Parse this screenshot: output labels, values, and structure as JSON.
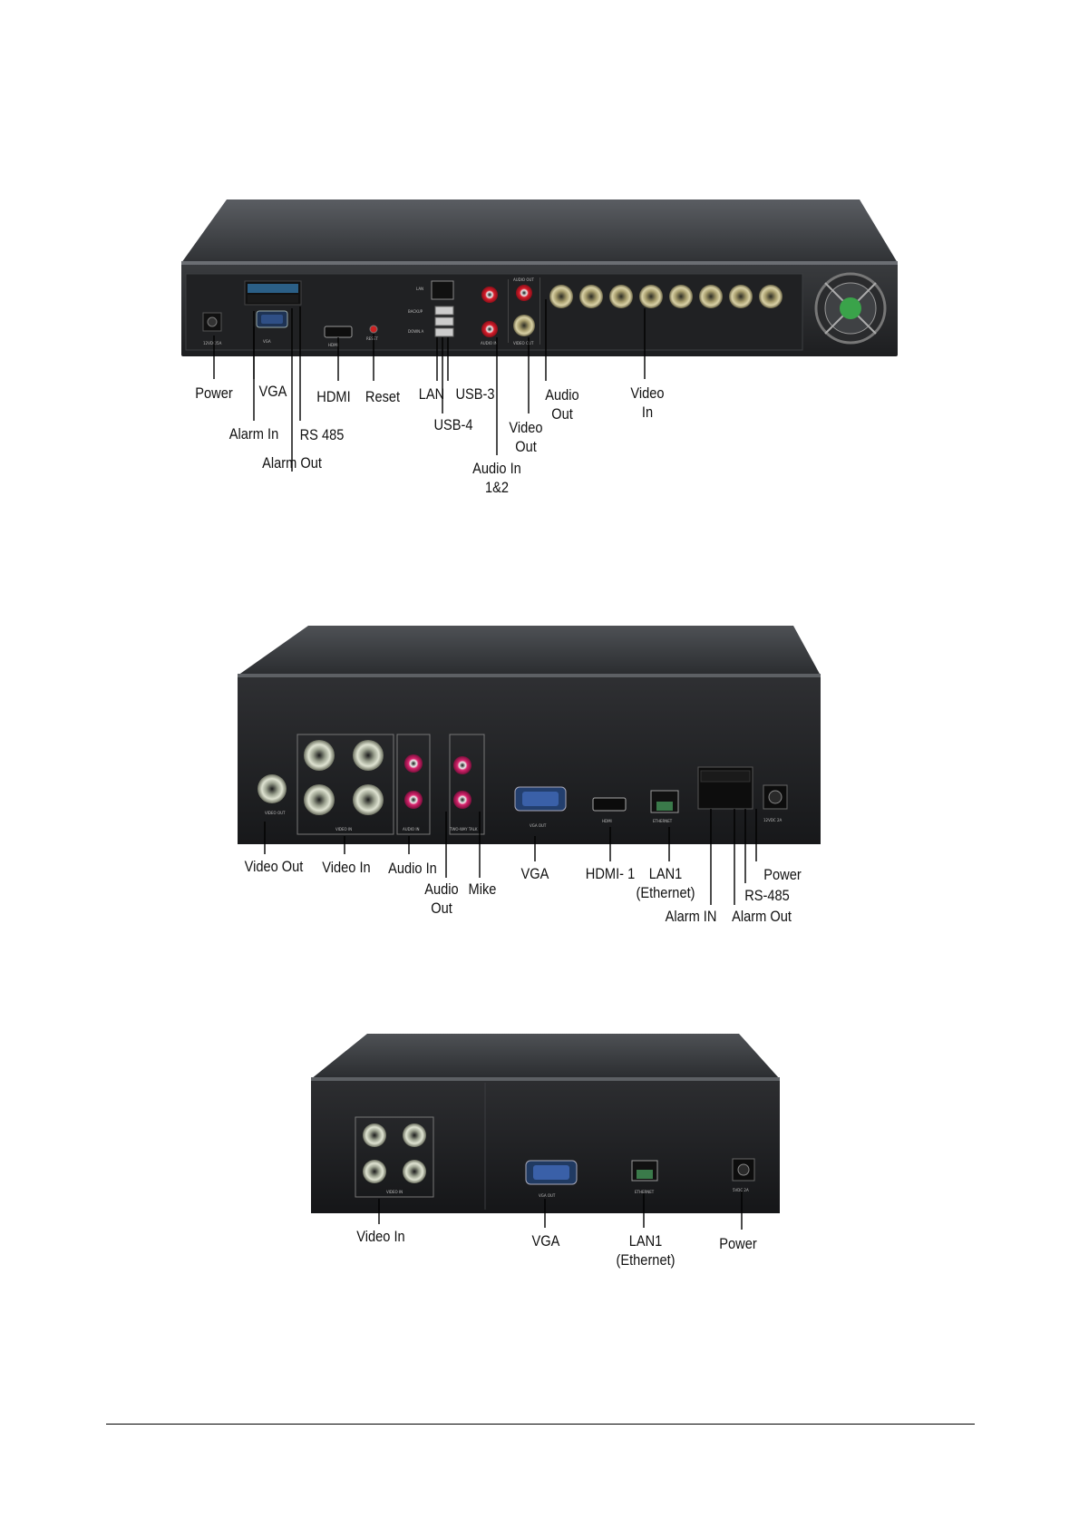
{
  "figure1": {
    "panel_labels": [
      "12VDC/5A",
      "VGA",
      "HDMI",
      "RESET",
      "LAN",
      "BACKUP",
      "DOWN.A",
      "AUDIO OUT",
      "AUDIO IN",
      "VIDEO OUT"
    ],
    "callouts": {
      "power": "Power",
      "vga": "VGA",
      "hdmi": "HDMI",
      "reset": "Reset",
      "lan": "LAN",
      "usb3": "USB-3",
      "usb4": "USB-4",
      "audio_out": "Audio\nOut",
      "video_in": "Video\nIn",
      "alarm_in": "Alarm In",
      "rs485": "RS 485",
      "alarm_out": "Alarm Out",
      "video_out": "Video\nOut",
      "audio_in": "Audio In\n1&2"
    }
  },
  "figure2": {
    "panel_labels": [
      "VIDEO OUT",
      "VIDEO IN",
      "AUDIO IN",
      "TWO-WAY TALK",
      "VGA OUT",
      "HDMI",
      "ETHERNET",
      "12VDC 2A"
    ],
    "callouts": {
      "video_out": "Video Out",
      "video_in": "Video In",
      "audio_in": "Audio In",
      "audio_out": "Audio\nOut",
      "mike": "Mike",
      "vga": "VGA",
      "hdmi": "HDMI- 1",
      "lan1": "LAN1\n(Ethernet)",
      "power": "Power",
      "rs485": "RS-485",
      "alarm_in": "Alarm IN",
      "alarm_out": "Alarm Out"
    }
  },
  "figure3": {
    "panel_labels": [
      "VIDEO IN",
      "VGA OUT",
      "ETHERNET",
      "5VDC 2A"
    ],
    "callouts": {
      "video_in": "Video In",
      "vga": "VGA",
      "lan1": "LAN1\n(Ethernet)",
      "power": "Power"
    }
  }
}
